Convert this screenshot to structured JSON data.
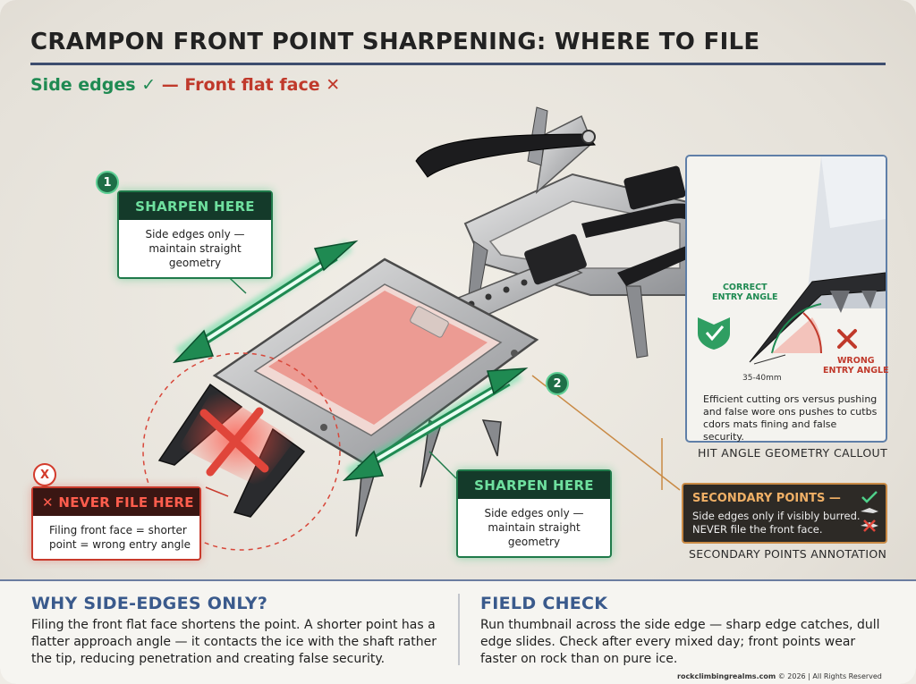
{
  "title": "CRAMPON FRONT POINT SHARPENING: WHERE TO FILE",
  "subtitle": {
    "good": "Side edges ✓",
    "separator": " — ",
    "bad": "Front flat face ✕"
  },
  "badges": {
    "one": "1",
    "two": "2",
    "x": "X"
  },
  "callouts": {
    "sharpen_left": {
      "heading": "SHARPEN HERE",
      "line1": "Side edges only —",
      "line2": "maintain straight geometry"
    },
    "sharpen_right": {
      "heading": "SHARPEN HERE",
      "line1": "Side edges only —",
      "line2": "maintain straight geometry"
    },
    "never": {
      "heading": "✕ NEVER FILE HERE",
      "line1": "Filing front face = shorter",
      "line2": "point = wrong entry angle"
    }
  },
  "inset": {
    "correct_label_line1": "CORRECT",
    "correct_label_line2": "ENTRY ANGLE",
    "wrong_label_line1": "WRONG",
    "wrong_label_line2": "ENTRY ANGLE",
    "measure": "35-40mm",
    "note": "Efficient cutting ors versus pushing and false wore ons pushes to cutbs cdors mats fining and false security.",
    "caption": "HIT ANGLE GEOMETRY CALLOUT"
  },
  "secondary": {
    "heading": "SECONDARY POINTS —",
    "line1": "Side edges only if visibly burred.",
    "line2": "NEVER file the front face.",
    "caption": "SECONDARY POINTS ANNOTATION"
  },
  "bottom": {
    "left_heading": "WHY SIDE-EDGES ONLY?",
    "left_text": "Filing the front flat face shortens the point. A shorter point has a flatter approach angle — it contacts the ice with the shaft rather the tip, reducing penetration and creating false security.",
    "right_heading": "FIELD CHECK",
    "right_text": "Run thumbnail across the side edge — sharp edge catches, dull edge slides. Check after every mixed day; front points wear faster on rock than on pure ice."
  },
  "footer": {
    "site": "rockclimbingrealms.com",
    "rest": " © 2026 | All Rights Reserved"
  },
  "colors": {
    "good_green": "#1f8a52",
    "bad_red": "#c0392b",
    "title_rule": "#3d4d6e",
    "secondary_accent": "#c98a45"
  }
}
